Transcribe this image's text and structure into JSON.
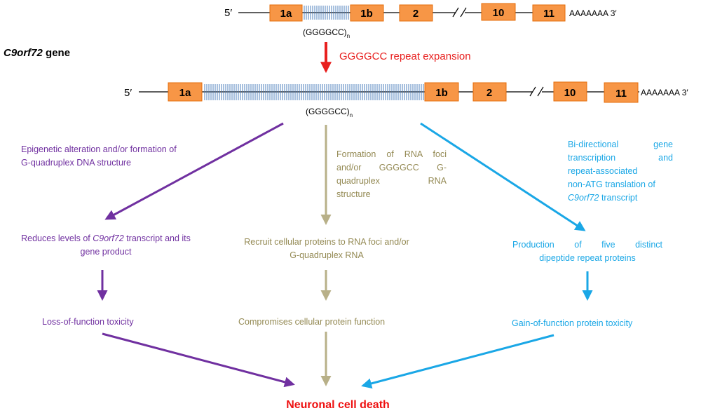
{
  "gene": {
    "name_italic": "C9orf72",
    "name_suffix": " gene",
    "five_prime": "5′",
    "three_prime_tail": "AAAAAAA 3′"
  },
  "exons": {
    "e1a": "1a",
    "e1b": "1b",
    "e2": "2",
    "e10": "10",
    "e11": "11"
  },
  "repeat": {
    "label": "(GGGGCC)",
    "subscript": "n"
  },
  "expansion_label": "GGGGCC repeat expansion",
  "colors": {
    "exon_fill": "#f79646",
    "repeat_blue": "#4f81bd",
    "red": "#e8201f",
    "purple": "#7030a0",
    "tan": "#b8b088",
    "tan_text": "#948a54",
    "sky": "#1aa7e6"
  },
  "left": {
    "mechanism": "Epigenetic alteration and/or formation of G-quadruplex DNA structure",
    "effect_pre": "Reduces levels of ",
    "effect_italic": "C9orf72",
    "effect_post": " transcript and its gene product",
    "outcome": "Loss-of-function toxicity"
  },
  "middle": {
    "mechanism_line1": "Formation of RNA foci",
    "mechanism_line2": "and/or GGGGCC G-",
    "mechanism_line3": "quadruplex RNA",
    "mechanism_line4": "structure",
    "effect": "Recruit cellular proteins to RNA foci and/or G-quadruplex RNA",
    "outcome": "Compromises cellular protein function"
  },
  "right": {
    "mechanism_line1": "Bi-directional gene",
    "mechanism_line2": "transcription and",
    "mechanism_line3": "repeat-associated",
    "mechanism_line4": "non-ATG translation of",
    "mechanism_italic": "C9orf72",
    "mechanism_tail": " transcript",
    "effect_line1": "Production of five distinct",
    "effect_line2": "dipeptide repeat proteins",
    "outcome": "Gain-of-function protein toxicity"
  },
  "final": "Neuronal cell death"
}
